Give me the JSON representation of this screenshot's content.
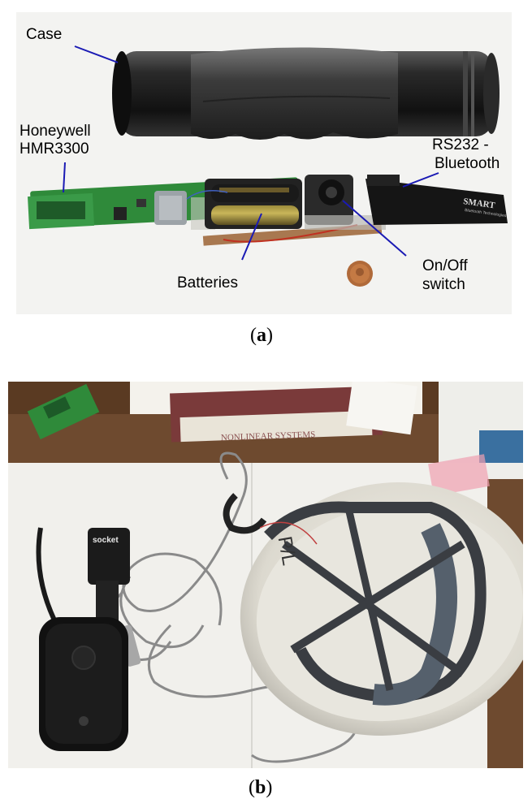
{
  "figure": {
    "panel_a": {
      "caption_letter": "a",
      "labels": {
        "case": "Case",
        "honeywell_line1": "Honeywell",
        "honeywell_line2": "HMR3300",
        "rs232_line1": "RS232 -",
        "rs232_line2": "Bluetooth",
        "batteries": "Batteries",
        "onoff_line1": "On/Off",
        "onoff_line2": "switch"
      },
      "device_text": {
        "smart_logo": "SMART",
        "smart_sub": "Bluetooth Technologies"
      },
      "colors": {
        "background": "#f3f3f1",
        "case": "#1c1c1c",
        "pcb": "#2f8a3a",
        "leader_line": "#1a1ab4"
      }
    },
    "panel_b": {
      "caption_letter": "b",
      "photo_text": {
        "strap_brand": "socket",
        "helmet_marking": "P/L",
        "book_title": "NONLINEAR SYSTEMS"
      },
      "colors": {
        "desk": "#6e4a2f",
        "paper": "#f1f0ec",
        "helmet": "#e6e4dc",
        "strap": "#3a3d42"
      }
    }
  }
}
